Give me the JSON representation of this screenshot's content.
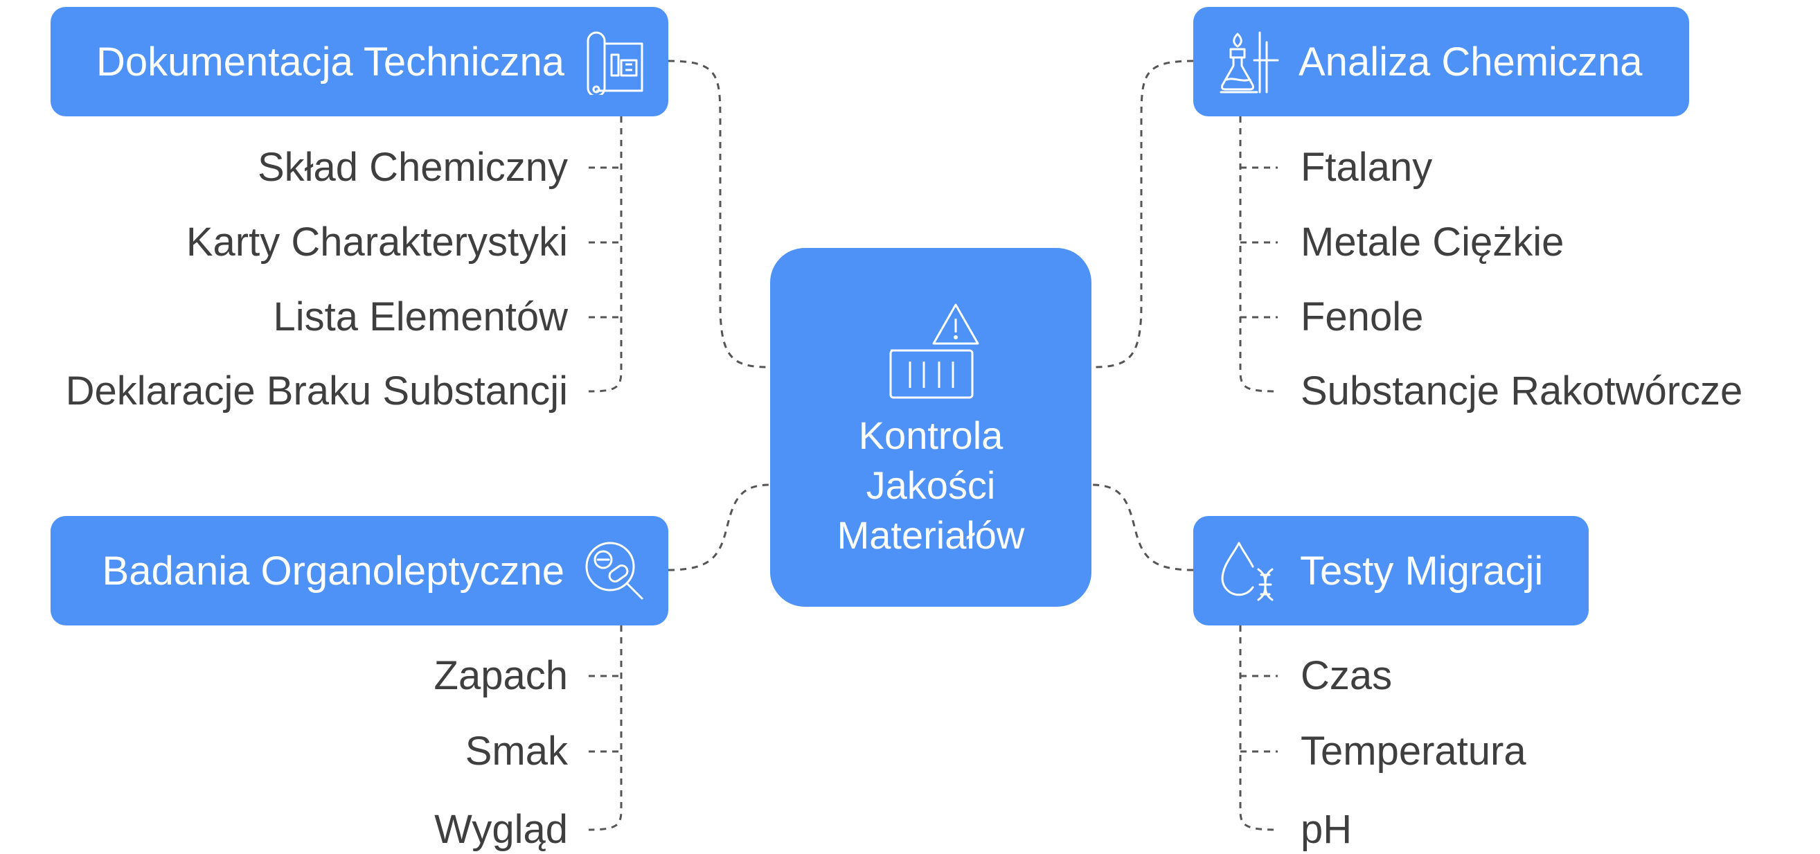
{
  "center": {
    "title_lines": [
      "Kontrola",
      "Jakości",
      "Materiałów"
    ],
    "icon": "warning-container-icon"
  },
  "branches": {
    "dokumentacja": {
      "title": "Dokumentacja Techniczna",
      "icon": "blueprint-icon",
      "items": [
        "Skład Chemiczny",
        "Karty Charakterystyki",
        "Lista Elementów",
        "Deklaracje Braku Substancji"
      ]
    },
    "badania": {
      "title": "Badania Organoleptyczne",
      "icon": "pills-magnifier-icon",
      "items": [
        "Zapach",
        "Smak",
        "Wygląd"
      ]
    },
    "analiza": {
      "title": "Analiza Chemiczna",
      "icon": "lab-flask-icon",
      "items": [
        "Ftalany",
        "Metale Ciężkie",
        "Fenole",
        "Substancje Rakotwórcze"
      ]
    },
    "testy": {
      "title": "Testy Migracji",
      "icon": "droplet-dna-icon",
      "items": [
        "Czas",
        "Temperatura",
        "pH"
      ]
    }
  },
  "colors": {
    "node_fill": "#4f92f7",
    "node_text": "#ffffff",
    "item_text": "#3f3f3f",
    "connector": "#555555"
  }
}
